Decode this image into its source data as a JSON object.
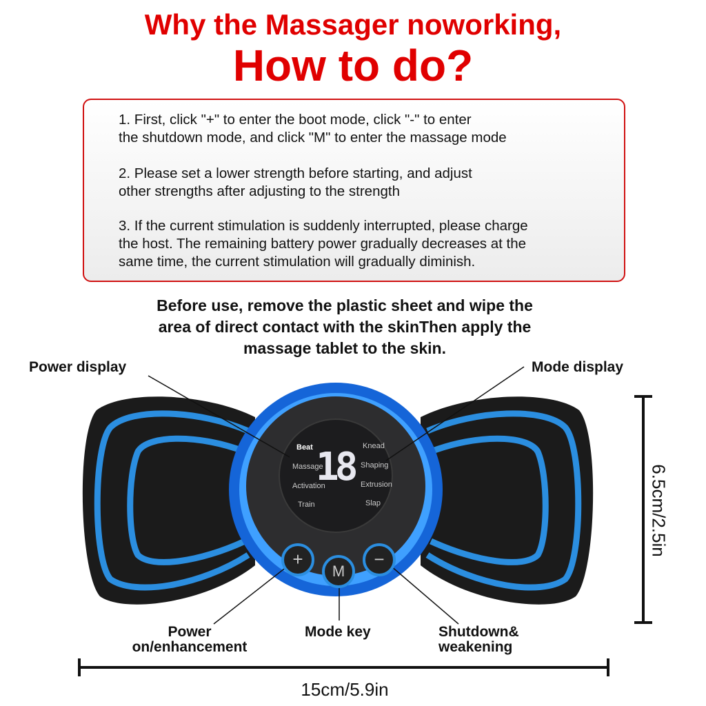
{
  "title": {
    "line1": "Why the Massager noworking,",
    "line2": "How to do?"
  },
  "instructions": [
    "1. First, click \"+\" to enter the boot mode, click \"-\" to enter\nthe shutdown mode, and click \"M\" to enter the massage mode",
    "2. Please set a lower strength before starting, and adjust\nother strengths after adjusting to the strength",
    "3. If the current stimulation is suddenly interrupted, please charge\nthe host. The remaining battery power gradually decreases at the\nsame time, the current stimulation will gradually diminish."
  ],
  "before_use": "Before use, remove the plastic sheet and wipe the\narea of direct contact with the skinThen apply the\nmassage tablet to the skin.",
  "labels": {
    "power_display": "Power display",
    "mode_display": "Mode display",
    "power_on": "Power\non/enhancement",
    "mode_key": "Mode key",
    "shutdown": "Shutdown&\nweakening"
  },
  "display": {
    "value": "18",
    "modes_left": [
      "Beat",
      "Massage",
      "Activation",
      "Train"
    ],
    "modes_right": [
      "Knead",
      "Shaping",
      "Extrusion",
      "Slap"
    ]
  },
  "buttons": {
    "plus": "+",
    "mode": "M",
    "minus": "−"
  },
  "dimensions": {
    "width": "15cm/5.9in",
    "height": "6.5cm/2.5in"
  },
  "colors": {
    "title": "#e00000",
    "accent": "#1e88e5"
  }
}
